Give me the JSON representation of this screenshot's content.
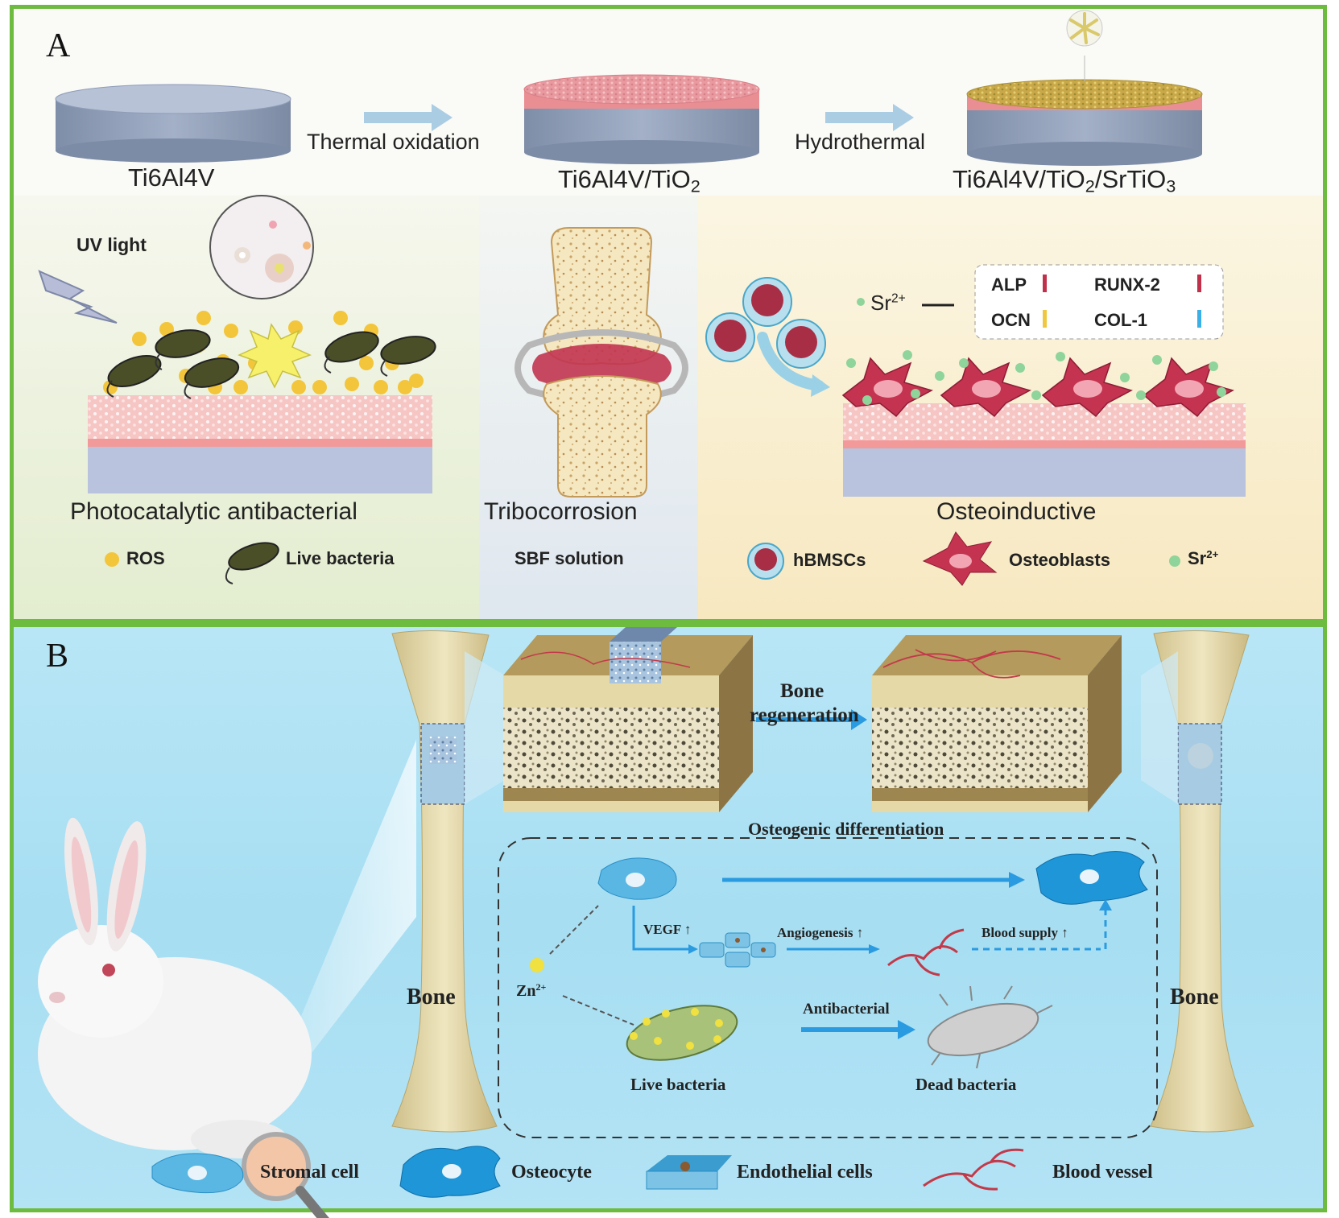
{
  "panelA": {
    "label": "A",
    "step1": "Thermal oxidation",
    "step2": "Hydrothermal",
    "disk1": "Ti6Al4V",
    "disk2_main": "Ti6Al4V/TiO",
    "disk2_sub": "2",
    "disk3_main": "Ti6Al4V/TiO",
    "disk3_sub1": "2",
    "disk3_mid": "/SrTiO",
    "disk3_sub2": "3",
    "uv": "UV light",
    "photocat": "Photocatalytic antibacterial",
    "ros": "ROS",
    "live_bacteria": "Live bacteria",
    "tribo": "Tribocorrosion",
    "sbf": "SBF solution",
    "sr_main": "Sr",
    "sr_sup": "2+",
    "genes": [
      "ALP",
      "RUNX-2",
      "OCN",
      "COL-1"
    ],
    "osteo": "Osteoinductive",
    "hbmsc": "hBMSCs",
    "osteoblasts": "Osteoblasts",
    "legend_sr_main": "Sr",
    "legend_sr_sup": "2+"
  },
  "panelB": {
    "label": "B",
    "bone_left": "Bone",
    "bone_right": "Bone",
    "regen1": "Bone",
    "regen2": "regeneration",
    "osteo_diff": "Osteogenic differentiation",
    "vegf": "VEGF",
    "angio": "Angiogenesis",
    "blood_supply": "Blood supply",
    "zn_main": "Zn",
    "zn_sup": "2+",
    "antibacterial": "Antibacterial",
    "live_bacteria": "Live bacteria",
    "dead_bacteria": "Dead bacteria",
    "legend": [
      "Stromal cell",
      "Osteocyte",
      "Endothelial cells",
      "Blood vessel"
    ]
  },
  "colors": {
    "border": "#6dbb3f",
    "coating_pink": "#f2a7a8",
    "substrate": "#8e9cb8",
    "ros_yellow": "#f3c53a",
    "cell_red": "#c03050",
    "sr_green": "#8fd49a",
    "stromal_blue": "#3aa7dc",
    "vessel_red": "#d64040",
    "bone_tan": "#e7dcae"
  }
}
